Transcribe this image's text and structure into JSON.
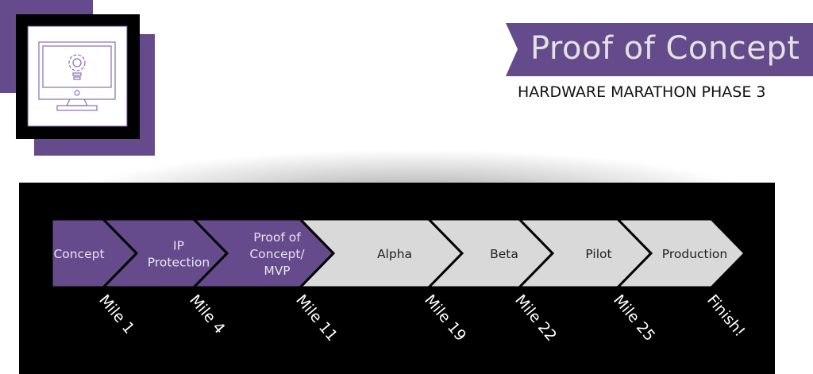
{
  "header": {
    "title": "Proof of Concept",
    "subtitle": "HARDWARE MARATHON PHASE 3"
  },
  "logo": {
    "icon": "monitor-gear-lightbulb-icon"
  },
  "colors": {
    "purple": "#654a8c",
    "grey": "#d9d9d9",
    "black": "#000000"
  },
  "stages": [
    {
      "lines": [
        "Concept"
      ],
      "status": "complete",
      "milestone": "Mile 1"
    },
    {
      "lines": [
        "IP",
        "Protection"
      ],
      "status": "complete",
      "milestone": "Mile 4"
    },
    {
      "lines": [
        "Proof of",
        "Concept/",
        "MVP"
      ],
      "status": "complete",
      "milestone": "Mile 11"
    },
    {
      "lines": [
        "Alpha"
      ],
      "status": "upcoming",
      "milestone": "Mile 19"
    },
    {
      "lines": [
        "Beta"
      ],
      "status": "upcoming",
      "milestone": "Mile 22"
    },
    {
      "lines": [
        "Pilot"
      ],
      "status": "upcoming",
      "milestone": "Mile 25"
    },
    {
      "lines": [
        "Production"
      ],
      "status": "upcoming",
      "milestone": "Finish!"
    }
  ]
}
